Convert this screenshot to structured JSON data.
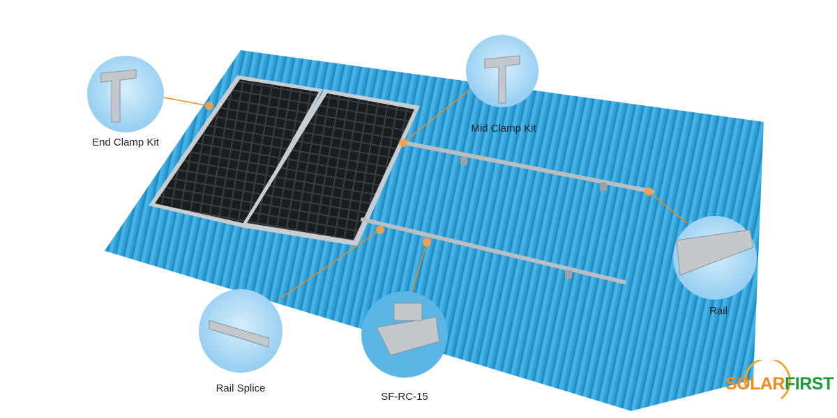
{
  "callouts": [
    {
      "id": "end-clamp",
      "label": "End Clamp Kit"
    },
    {
      "id": "mid-clamp",
      "label": "Mid Clamp Kit"
    },
    {
      "id": "rail",
      "label": "Rail"
    },
    {
      "id": "rail-splice",
      "label": "Rail Splice"
    },
    {
      "id": "sf-rc-15",
      "label": "SF-RC-15"
    }
  ],
  "logo": {
    "part1": "SOLAR",
    "part2": "FIRST"
  },
  "colors": {
    "roof": "#2f9fd6",
    "panel": "#1e2226",
    "callout_circle": "#a9d8f5",
    "connector": "#f08a1c",
    "rail": "#b9bec3"
  }
}
